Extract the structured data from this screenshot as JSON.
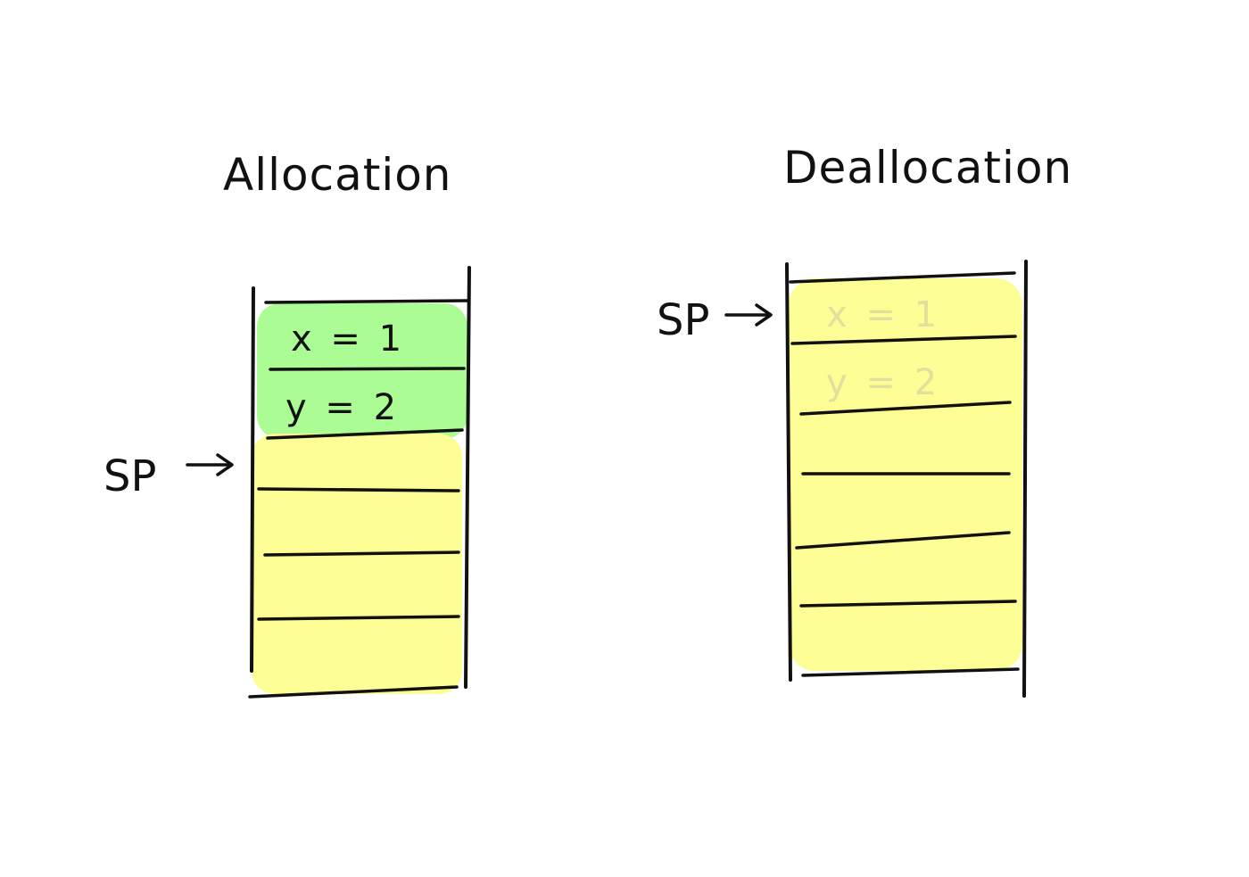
{
  "colors": {
    "allocated": "#abfc94",
    "free": "#fefe96",
    "ink": "#111111",
    "faded_text": "#e3df9c"
  },
  "allocation": {
    "title": "Allocation",
    "pointer_label": "SP",
    "arrow_icon": "right-arrow-icon",
    "cells": [
      {
        "text": "x = 1",
        "state": "allocated"
      },
      {
        "text": "y = 2",
        "state": "allocated"
      },
      {
        "text": "",
        "state": "free"
      },
      {
        "text": "",
        "state": "free"
      },
      {
        "text": "",
        "state": "free"
      },
      {
        "text": "",
        "state": "free"
      }
    ]
  },
  "deallocation": {
    "title": "Deallocation",
    "pointer_label": "SP",
    "arrow_icon": "right-arrow-icon",
    "cells": [
      {
        "text": "x = 1",
        "state": "deallocated"
      },
      {
        "text": "y = 2",
        "state": "deallocated"
      },
      {
        "text": "",
        "state": "free"
      },
      {
        "text": "",
        "state": "free"
      },
      {
        "text": "",
        "state": "free"
      },
      {
        "text": "",
        "state": "free"
      }
    ]
  }
}
